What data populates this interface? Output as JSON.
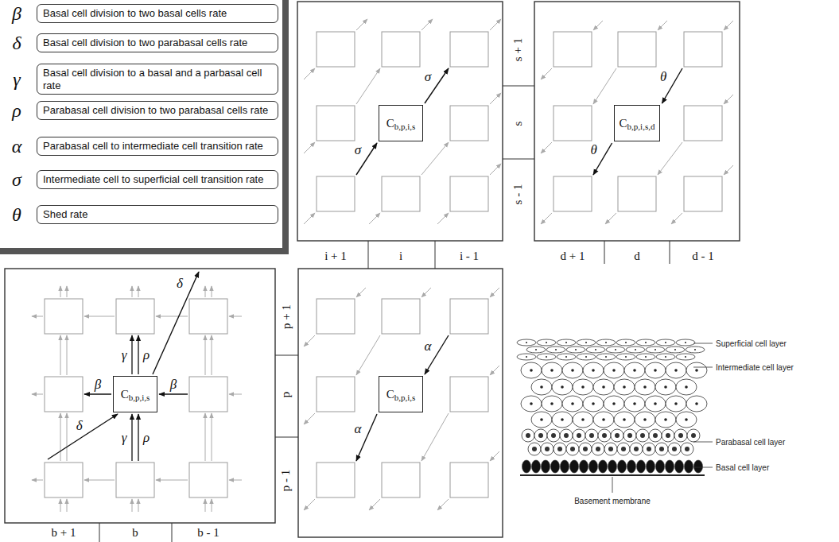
{
  "diagram": {
    "nodes": [
      {
        "text": [
          "β",
          "Basal cell division to two basal cells rate"
        ]
      },
      {
        "text": [
          "δ",
          "Basal cell division to two parabasal cells rate"
        ]
      },
      {
        "text": [
          "γ",
          "Basal cell division to a basal and a parbasal cell rate"
        ]
      },
      {
        "text": [
          "ρ",
          "Parabasal cell division to two parabasal cells rate"
        ]
      },
      {
        "text": [
          "α",
          "Parabasal cell to intermediate cell transition rate"
        ]
      },
      {
        "text": [
          "σ",
          "Intermediate cell to superficial cell transition rate"
        ]
      },
      {
        "text": [
          "θ",
          "Shed rate"
        ]
      },
      {
        "text": [
          "C",
          "b,p,i,s"
        ]
      },
      {
        "text": [
          "C",
          "b,p,i,s,d"
        ]
      },
      {
        "text": [
          "C",
          "b,p,i,s"
        ]
      },
      {
        "text": [
          "C",
          "b,p,i,s"
        ]
      }
    ],
    "labels": [
      "σ",
      "σ",
      "θ",
      "θ",
      "δ",
      "γ",
      "ρ",
      "β",
      "β",
      "γ",
      "ρ",
      "δ",
      "α",
      "α",
      "i + 1",
      "i",
      "i - 1",
      "s + 1",
      "s",
      "s - 1",
      "d + 1",
      "d",
      "d - 1",
      "p + 1",
      "p",
      "p - 1",
      "b + 1",
      "b",
      "b - 1",
      "Superficial cell layer",
      "Intermediate cell layer",
      "Parabasal cell layer",
      "Basal cell layer",
      "Basement membrane"
    ]
  }
}
